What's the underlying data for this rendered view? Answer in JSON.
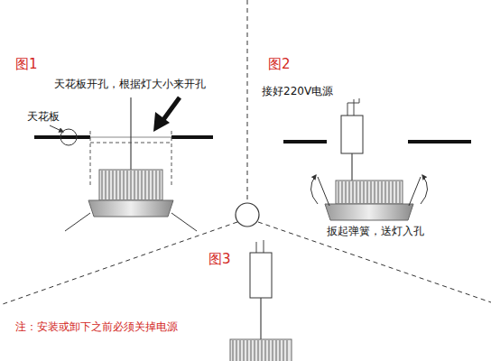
{
  "diagram": {
    "labels": [
      "图1",
      "天花板开孔，根据灯大小来开孔",
      "天花板",
      "图2",
      "接好220V电源",
      "扳起弹簧，送灯入孔",
      "图3",
      "注：安装或卸下之前必须关掉电源"
    ]
  }
}
